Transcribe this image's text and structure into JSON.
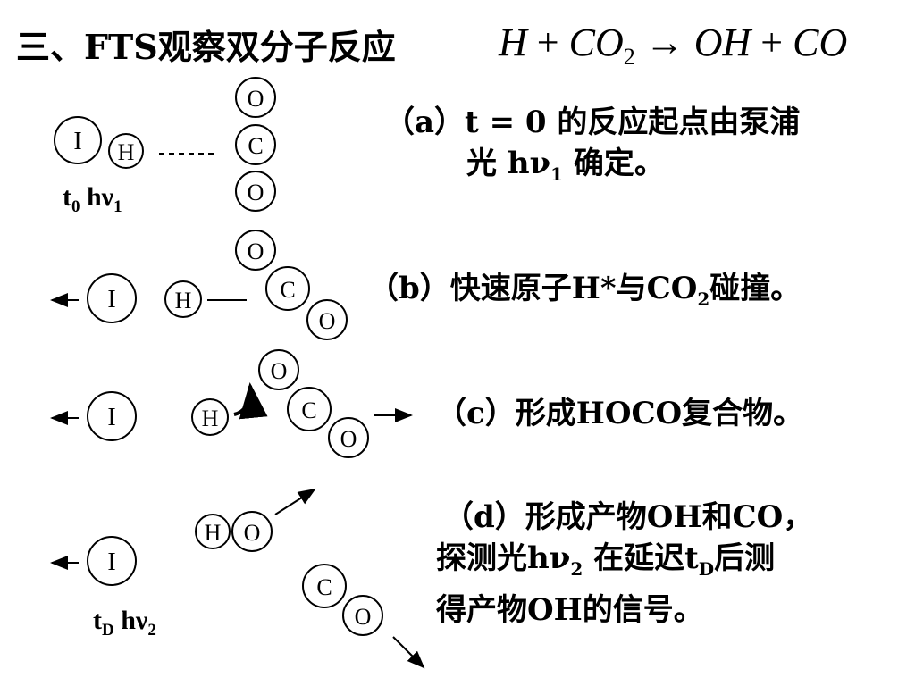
{
  "title": "三、FTS观察双分子反应",
  "equation": {
    "lhs1": "H",
    "plus1": "+",
    "lhs2": "CO",
    "lhs2_sub": "2",
    "arrow": "→",
    "rhs1": "OH",
    "plus2": "+",
    "rhs2": "CO"
  },
  "steps": {
    "a": {
      "line1": "（a）t = 0 的反应起点由泵浦",
      "line2_pre": "光 hν",
      "line2_sub": "1",
      "line2_post": " 确定。"
    },
    "b": {
      "pre": "（b）快速原子H*与CO",
      "sub": "2",
      "post": "碰撞。"
    },
    "c": {
      "text": "（c）形成HOCO复合物。"
    },
    "d": {
      "line1": "（d）形成产物OH和CO，",
      "line2_pre": "探测光hν",
      "line2_sub": "2",
      "line2_mid": " 在延迟t",
      "line2_sub2": "D",
      "line2_post": "后测",
      "line3": "得产物OH的信号。"
    }
  },
  "time_labels": {
    "t0": {
      "t": "t",
      "sub": "0",
      "h": " hν",
      "nu_sub": "1"
    },
    "tD": {
      "t": "t",
      "sub": "D",
      "h": " hν",
      "nu_sub": "2"
    }
  },
  "atoms": {
    "I": "I",
    "H": "H",
    "C": "C",
    "O": "O"
  }
}
